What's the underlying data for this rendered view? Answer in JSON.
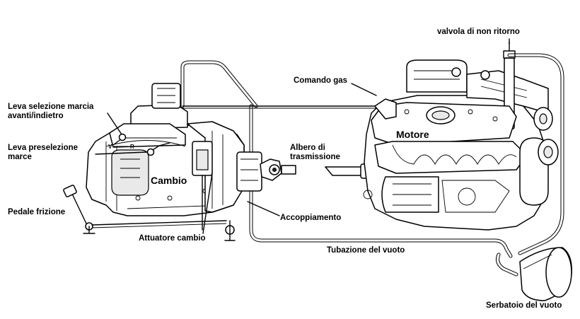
{
  "labels": {
    "valvola": "valvola di non ritorno",
    "comando_gas": "Comando gas",
    "leva_selezione_1": "Leva selezione marcia",
    "leva_selezione_2": "avanti/indietro",
    "leva_preselezione_1": "Leva preselezione",
    "leva_preselezione_2": "marce",
    "albero_1": "Albero di",
    "albero_2": "trasmissione",
    "motore": "Motore",
    "cambio": "Cambio",
    "pedale": "Pedale frizione",
    "accoppiamento": "Accoppiamento",
    "attuatore": "Attuatore cambio",
    "tubazione": "Tubazione del vuoto",
    "serbatoio": "Serbatoio del vuoto",
    "dial_v": "V",
    "dial_r": "R"
  }
}
